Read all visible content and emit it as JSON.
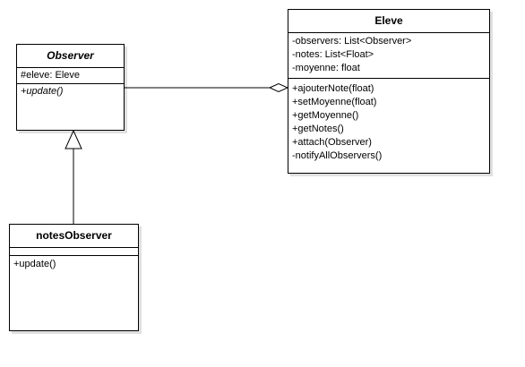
{
  "classes": {
    "observer": {
      "name": "Observer",
      "abstract": true,
      "attributes": [
        "#eleve: Eleve"
      ],
      "operations": [
        "+update()"
      ]
    },
    "eleve": {
      "name": "Eleve",
      "abstract": false,
      "attributes": [
        "-observers: List<Observer>",
        "-notes: List<Float>",
        "-moyenne: float"
      ],
      "operations": [
        "+ajouterNote(float)",
        "+setMoyenne(float)",
        "+getMoyenne()",
        "+getNotes()",
        "+attach(Observer)",
        "-notifyAllObservers()"
      ]
    },
    "notesObserver": {
      "name": "notesObserver",
      "abstract": false,
      "attributes": [],
      "operations": [
        "+update()"
      ]
    }
  },
  "relationships": [
    {
      "type": "aggregation",
      "from": "observer",
      "to": "eleve",
      "hollow_diamond_at": "eleve"
    },
    {
      "type": "generalization",
      "from": "notesObserver",
      "to": "observer"
    }
  ]
}
